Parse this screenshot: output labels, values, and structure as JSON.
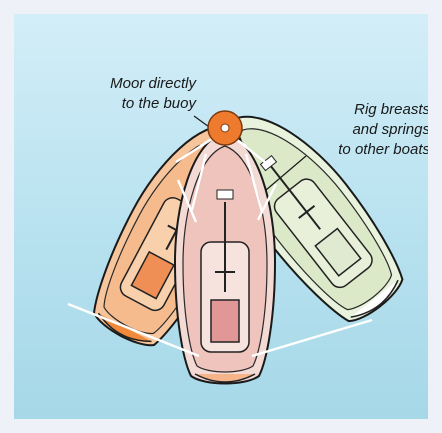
{
  "annotations": {
    "moor_line1": "Moor directly",
    "moor_line2": "to the buoy",
    "rig_line1": "Rig breasts",
    "rig_line2": "and springs",
    "rig_line3": "to other boats"
  },
  "colors": {
    "background_top": "#d3eef8",
    "background_bottom": "#a6d8e8",
    "buoy": "#ee7a2e",
    "left_boat_deck": "#dfeccf",
    "center_boat_deck": "#f0c7c0",
    "right_boat_deck": "#f2ad7d",
    "lines": "#ffffff",
    "outline": "#1a1a1a"
  },
  "icons": [
    "buoy-icon",
    "left-boat-icon",
    "center-boat-icon",
    "right-boat-icon"
  ]
}
